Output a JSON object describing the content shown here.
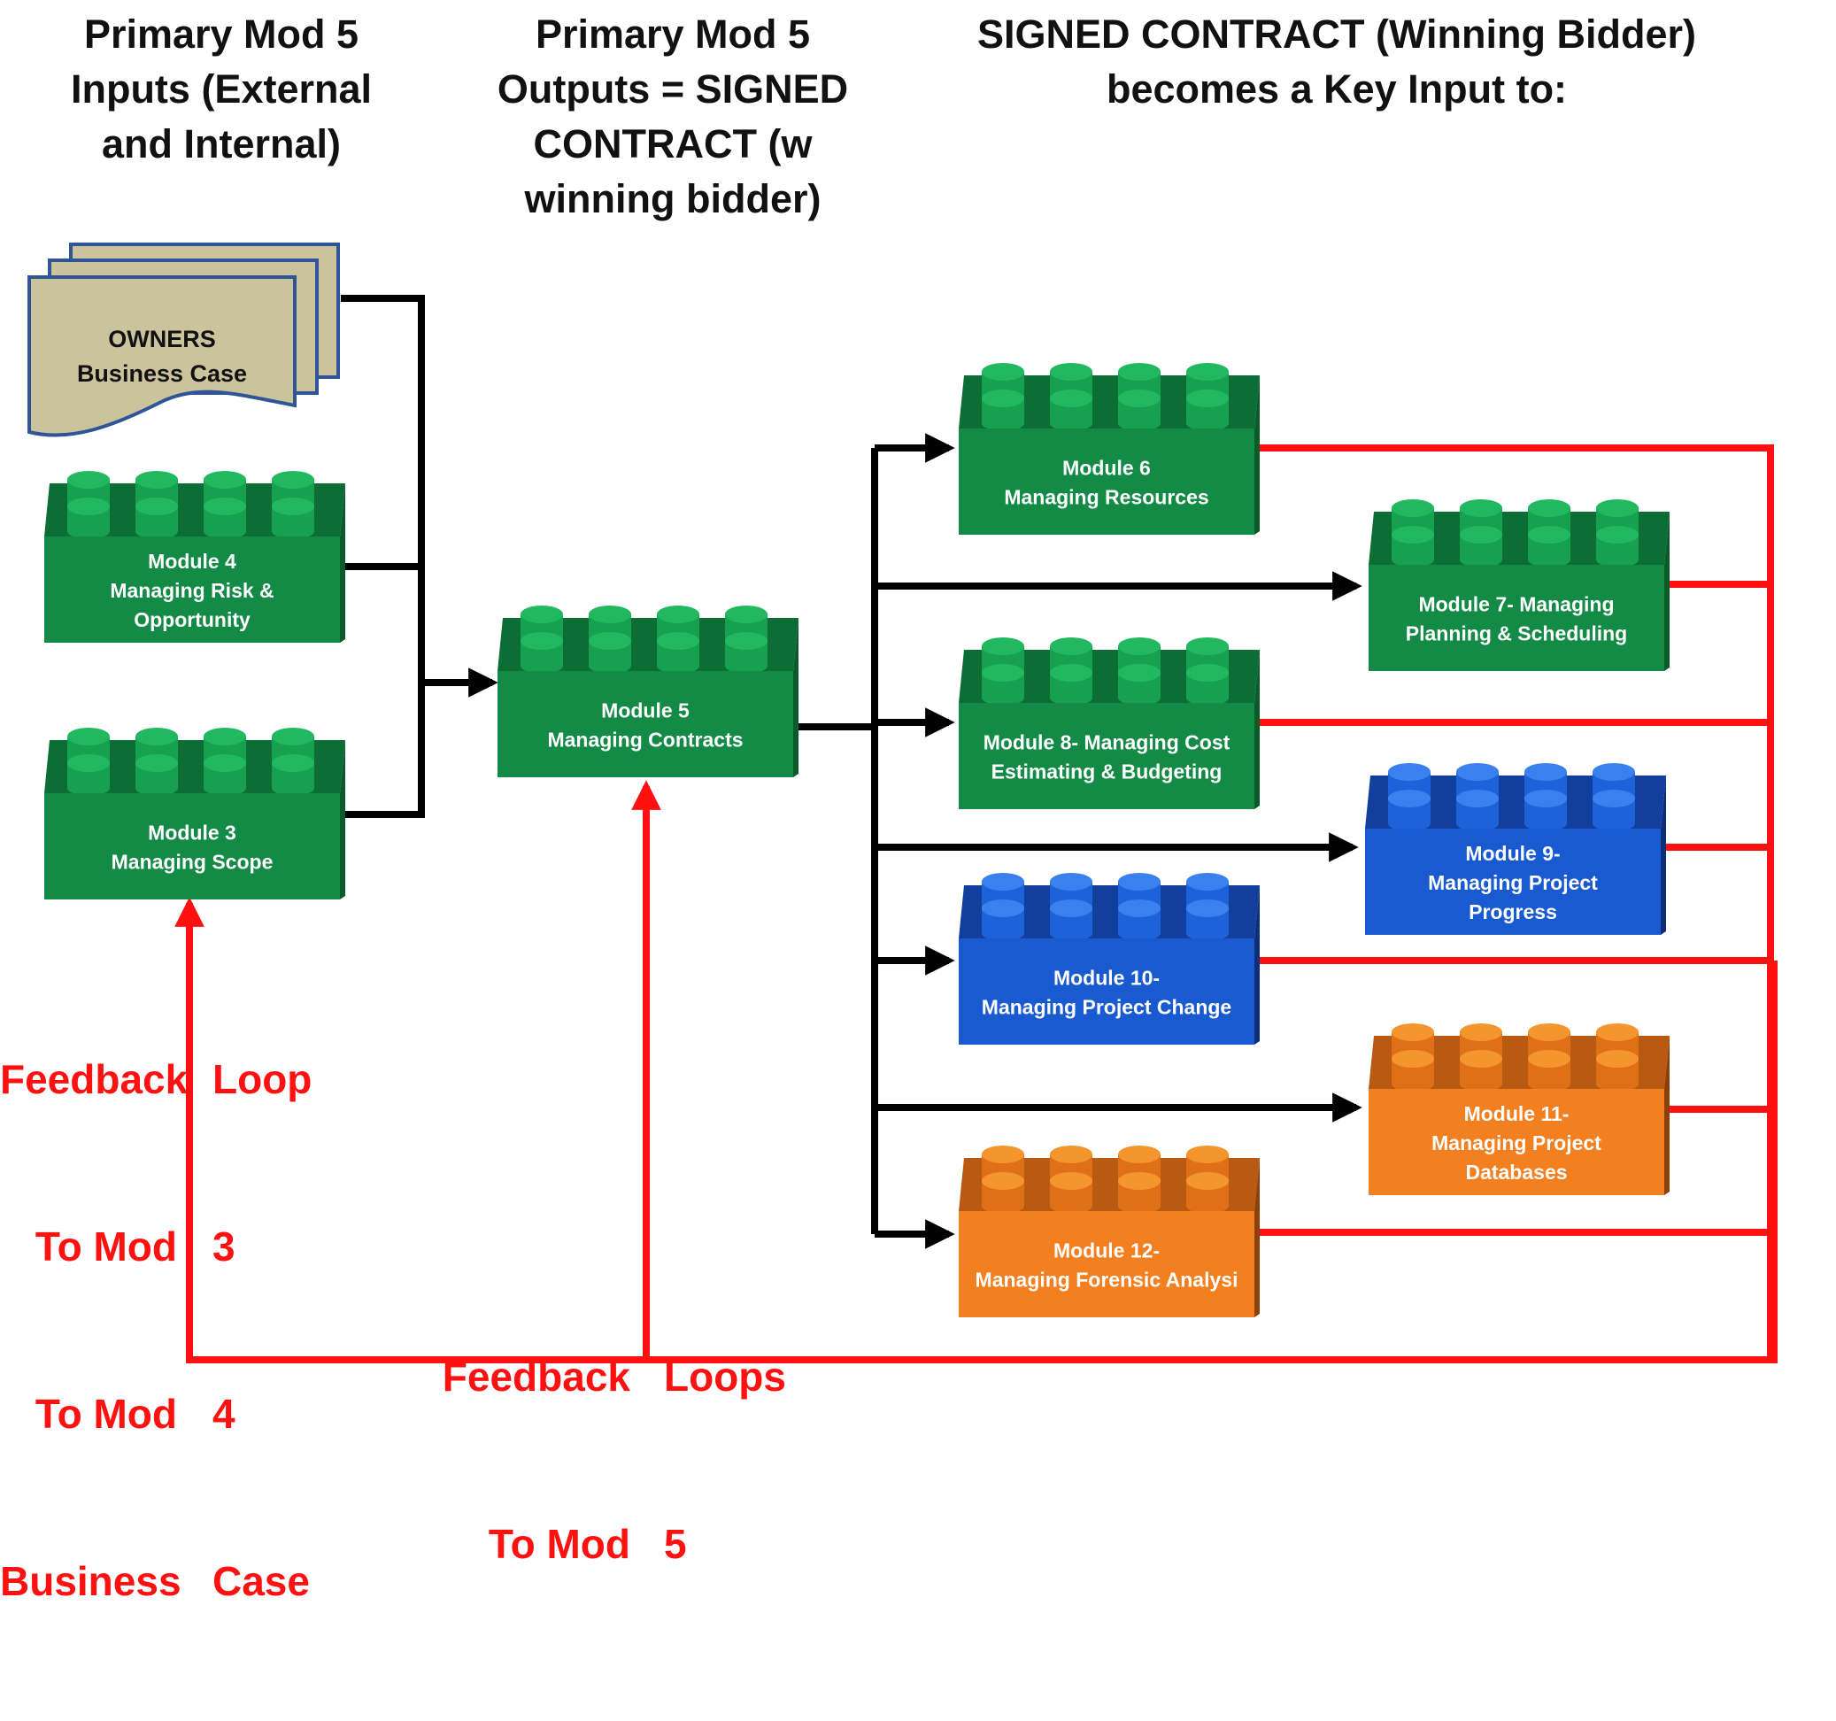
{
  "headers": {
    "inputs": "Primary Mod 5\nInputs (External\nand Internal)",
    "outputs": "Primary Mod 5\nOutputs = SIGNED\nCONTRACT (w\nwinning bidder)",
    "key_input": "SIGNED CONTRACT (Winning Bidder)\nbecomes a Key Input to:"
  },
  "business_case": {
    "line1": "OWNERS",
    "line2": "Business Case"
  },
  "modules": {
    "m4": {
      "lines": [
        "Module 4",
        "Managing Risk &",
        "Opportunity"
      ],
      "color": "green"
    },
    "m3": {
      "lines": [
        "Module 3",
        "Managing Scope"
      ],
      "color": "green"
    },
    "m5": {
      "lines": [
        "Module 5",
        "Managing Contracts"
      ],
      "color": "green"
    },
    "m6": {
      "lines": [
        "Module 6",
        "Managing Resources"
      ],
      "color": "green"
    },
    "m7": {
      "lines": [
        "Module 7- Managing",
        "Planning & Scheduling"
      ],
      "color": "green"
    },
    "m8": {
      "lines": [
        "Module 8- Managing Cost",
        "Estimating & Budgeting"
      ],
      "color": "green"
    },
    "m9": {
      "lines": [
        "Module 9-",
        "Managing Project",
        "Progress"
      ],
      "color": "blue"
    },
    "m10": {
      "lines": [
        "Module 10-",
        "Managing Project Change"
      ],
      "color": "blue"
    },
    "m11": {
      "lines": [
        "Module 11-",
        "Managing Project",
        "Databases"
      ],
      "color": "orange"
    },
    "m12": {
      "lines": [
        "Module 12-",
        "Managing Forensic Analysi"
      ],
      "color": "orange"
    }
  },
  "feedback_1": {
    "left": [
      "Feedback",
      "To Mod",
      "To Mod",
      "Business"
    ],
    "right": [
      "Loop",
      "3",
      "4",
      "Case"
    ]
  },
  "feedback_2": {
    "left": [
      "Feedback",
      "To Mod"
    ],
    "right": [
      "Loops",
      "5"
    ]
  },
  "colors": {
    "green": {
      "front": "#138a45",
      "dark": "#0a5a2a",
      "top": "#0d6e35",
      "stud": "#16a050",
      "studtop": "#22b860"
    },
    "blue": {
      "front": "#1a5ad0",
      "dark": "#0d2f7a",
      "top": "#123f9e",
      "stud": "#1d62d8",
      "studtop": "#3a80ee"
    },
    "orange": {
      "front": "#f28020",
      "dark": "#8a4008",
      "top": "#b85a12",
      "stud": "#e07018",
      "studtop": "#f5952e"
    },
    "black_connector": "#000000",
    "feedback_red": "#ff1111",
    "business_case_fill": "#cbc39c",
    "business_case_stroke": "#2f5597"
  }
}
